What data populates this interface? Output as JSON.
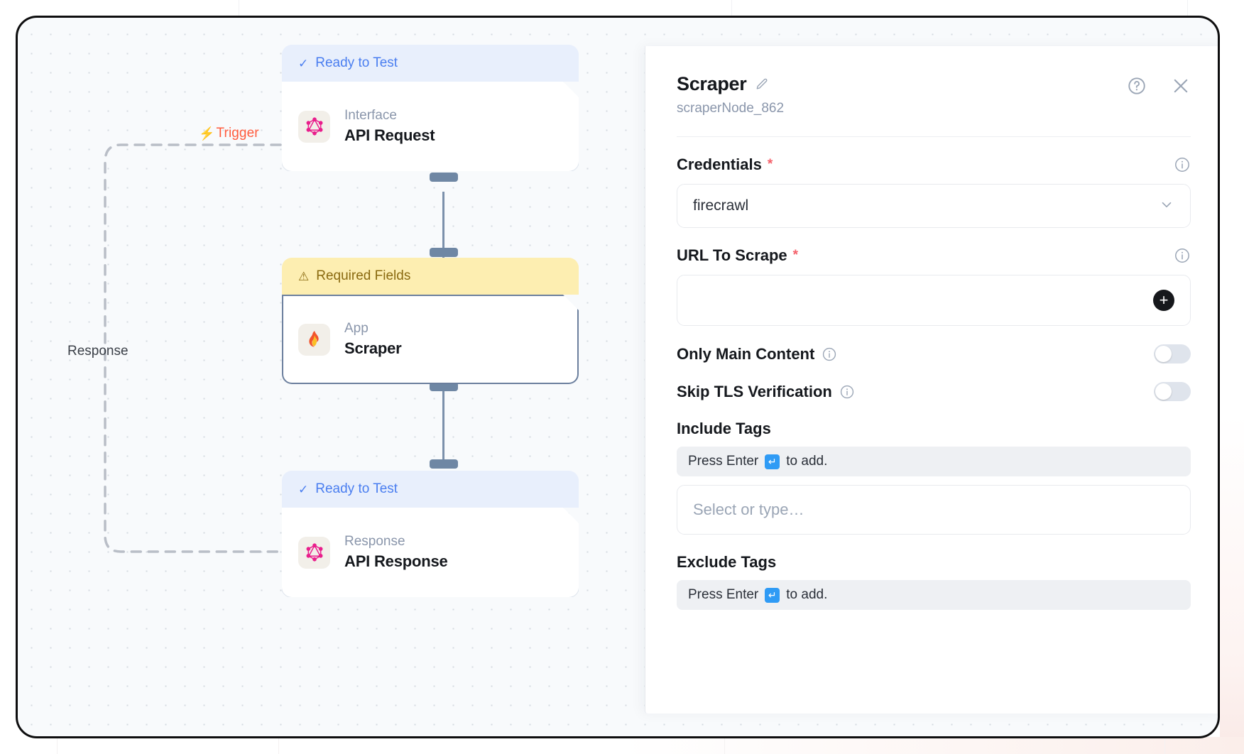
{
  "canvas": {
    "trigger_label": "Trigger",
    "trigger_icon": "lightning-bolt-icon",
    "response_label": "Response",
    "nodes": [
      {
        "status": "Ready to Test",
        "status_icon": "check-icon",
        "status_type": "ready",
        "kind": "Interface",
        "title": "API Request",
        "icon": "graphql-icon",
        "glyph": "⬡"
      },
      {
        "status": "Required Fields",
        "status_icon": "warning-triangle-icon",
        "status_type": "required",
        "kind": "App",
        "title": "Scraper",
        "icon": "flame-icon",
        "glyph": "🔥"
      },
      {
        "status": "Ready to Test",
        "status_icon": "check-icon",
        "status_type": "ready",
        "kind": "Response",
        "title": "API Response",
        "icon": "graphql-icon",
        "glyph": "⬡"
      }
    ]
  },
  "panel": {
    "title": "Scraper",
    "edit_icon": "pencil-icon",
    "subtitle": "scraperNode_862",
    "help_icon": "help-circle-icon",
    "close_icon": "close-icon",
    "fields": {
      "credentials": {
        "label": "Credentials",
        "required_marker": "*",
        "info_icon": "info-icon",
        "value": "firecrawl",
        "chevron_icon": "chevron-down-icon"
      },
      "url_to_scrape": {
        "label": "URL To Scrape",
        "required_marker": "*",
        "info_icon": "info-icon",
        "value": "",
        "add_icon": "plus-icon"
      },
      "only_main_content": {
        "label": "Only Main Content",
        "info_icon": "info-icon",
        "state": "off"
      },
      "skip_tls_verification": {
        "label": "Skip TLS Verification",
        "info_icon": "info-icon",
        "state": "off"
      },
      "include_tags": {
        "label": "Include Tags",
        "hint_prefix": "Press Enter",
        "hint_key": "↵",
        "hint_suffix": "to add.",
        "placeholder": "Select or type…",
        "value": ""
      },
      "exclude_tags": {
        "label": "Exclude Tags",
        "hint_prefix": "Press Enter",
        "hint_key": "↵",
        "hint_suffix": "to add."
      }
    }
  },
  "colors": {
    "accent_blue": "#4a7ef0",
    "warning_yellow": "#fdeeb1",
    "trigger_orange": "#ff5b3d",
    "required_red": "#f4606a",
    "handle_slate": "#6f87a4"
  }
}
